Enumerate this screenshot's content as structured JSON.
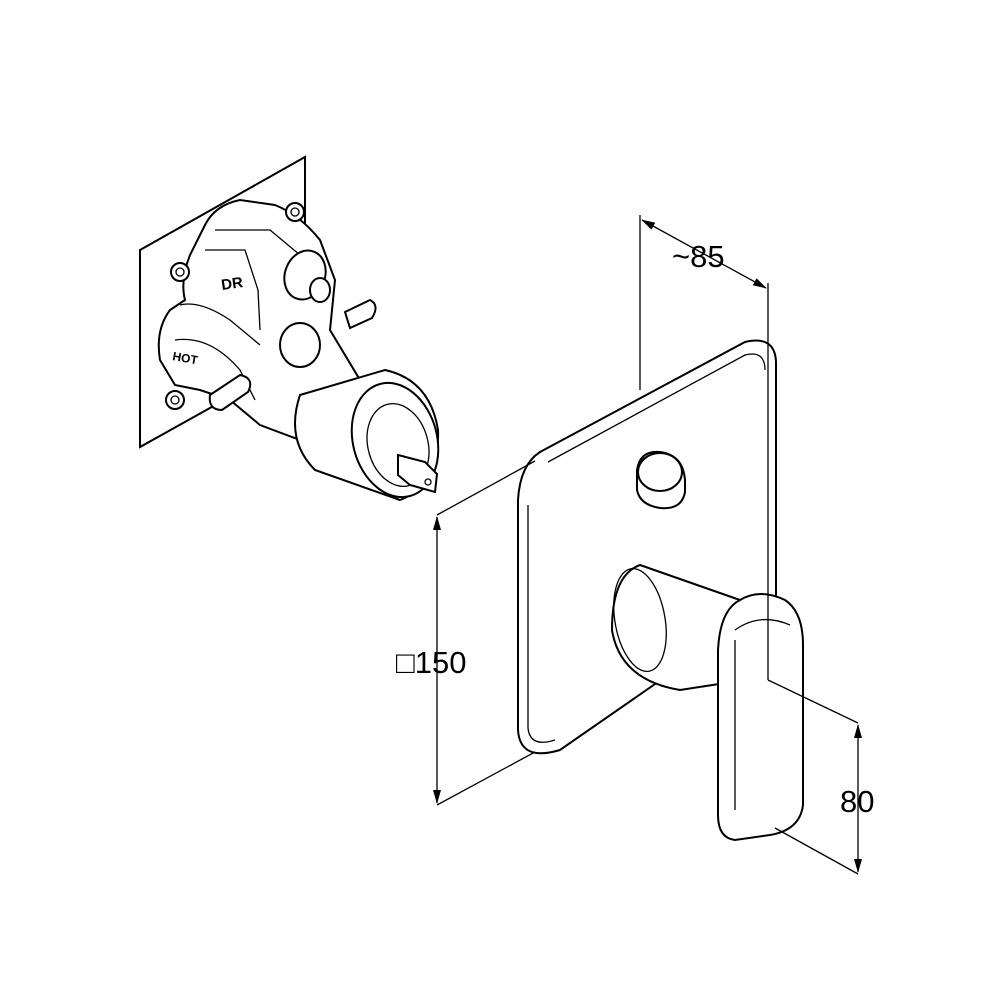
{
  "valve_labels": {
    "top": "DR",
    "left": "HOT"
  },
  "dimensions": {
    "depth": "~85",
    "plate_size": "□150",
    "handle_height": "80"
  }
}
